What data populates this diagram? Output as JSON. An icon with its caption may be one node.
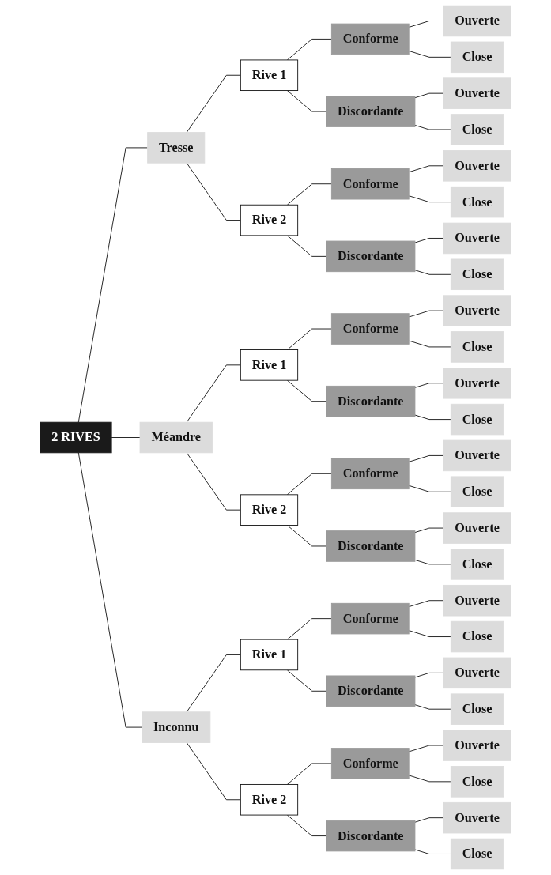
{
  "diagram": {
    "nodes": [
      {
        "text": [
          "2 RIVES"
        ]
      },
      {
        "text": [
          "Tresse"
        ]
      },
      {
        "text": [
          "Rive 1"
        ]
      },
      {
        "text": [
          "Conforme"
        ]
      },
      {
        "text": [
          "Ouverte"
        ]
      },
      {
        "text": [
          "Close"
        ]
      },
      {
        "text": [
          "Discordante"
        ]
      },
      {
        "text": [
          "Ouverte"
        ]
      },
      {
        "text": [
          "Close"
        ]
      },
      {
        "text": [
          "Rive 2"
        ]
      },
      {
        "text": [
          "Conforme"
        ]
      },
      {
        "text": [
          "Ouverte"
        ]
      },
      {
        "text": [
          "Close"
        ]
      },
      {
        "text": [
          "Discordante"
        ]
      },
      {
        "text": [
          "Ouverte"
        ]
      },
      {
        "text": [
          "Close"
        ]
      },
      {
        "text": [
          "Méandre"
        ]
      },
      {
        "text": [
          "Rive 1"
        ]
      },
      {
        "text": [
          "Conforme"
        ]
      },
      {
        "text": [
          "Ouverte"
        ]
      },
      {
        "text": [
          "Close"
        ]
      },
      {
        "text": [
          "Discordante"
        ]
      },
      {
        "text": [
          "Ouverte"
        ]
      },
      {
        "text": [
          "Close"
        ]
      },
      {
        "text": [
          "Rive 2"
        ]
      },
      {
        "text": [
          "Conforme"
        ]
      },
      {
        "text": [
          "Ouverte"
        ]
      },
      {
        "text": [
          "Close"
        ]
      },
      {
        "text": [
          "Discordante"
        ]
      },
      {
        "text": [
          "Ouverte"
        ]
      },
      {
        "text": [
          "Close"
        ]
      },
      {
        "text": [
          "Inconnu"
        ]
      },
      {
        "text": [
          "Rive 1"
        ]
      },
      {
        "text": [
          "Conforme"
        ]
      },
      {
        "text": [
          "Ouverte"
        ]
      },
      {
        "text": [
          "Close"
        ]
      },
      {
        "text": [
          "Discordante"
        ]
      },
      {
        "text": [
          "Ouverte"
        ]
      },
      {
        "text": [
          "Close"
        ]
      },
      {
        "text": [
          "Rive 2"
        ]
      },
      {
        "text": [
          "Conforme"
        ]
      },
      {
        "text": [
          "Ouverte"
        ]
      },
      {
        "text": [
          "Close"
        ]
      },
      {
        "text": [
          "Discordante"
        ]
      },
      {
        "text": [
          "Ouverte"
        ]
      },
      {
        "text": [
          "Close"
        ]
      }
    ],
    "edges": [
      {
        "from": 0,
        "to": 1,
        "arrow": "none"
      },
      {
        "from": 1,
        "to": 2,
        "arrow": "none"
      },
      {
        "from": 2,
        "to": 3,
        "arrow": "none"
      },
      {
        "from": 3,
        "to": 4,
        "arrow": "none"
      },
      {
        "from": 3,
        "to": 5,
        "arrow": "none"
      },
      {
        "from": 2,
        "to": 6,
        "arrow": "none"
      },
      {
        "from": 6,
        "to": 7,
        "arrow": "none"
      },
      {
        "from": 6,
        "to": 8,
        "arrow": "none"
      },
      {
        "from": 1,
        "to": 9,
        "arrow": "none"
      },
      {
        "from": 9,
        "to": 10,
        "arrow": "none"
      },
      {
        "from": 10,
        "to": 11,
        "arrow": "none"
      },
      {
        "from": 10,
        "to": 12,
        "arrow": "none"
      },
      {
        "from": 9,
        "to": 13,
        "arrow": "none"
      },
      {
        "from": 13,
        "to": 14,
        "arrow": "none"
      },
      {
        "from": 13,
        "to": 15,
        "arrow": "none"
      },
      {
        "from": 0,
        "to": 16,
        "arrow": "none"
      },
      {
        "from": 16,
        "to": 17,
        "arrow": "none"
      },
      {
        "from": 17,
        "to": 18,
        "arrow": "none"
      },
      {
        "from": 18,
        "to": 19,
        "arrow": "none"
      },
      {
        "from": 18,
        "to": 20,
        "arrow": "none"
      },
      {
        "from": 17,
        "to": 21,
        "arrow": "none"
      },
      {
        "from": 21,
        "to": 22,
        "arrow": "none"
      },
      {
        "from": 21,
        "to": 23,
        "arrow": "none"
      },
      {
        "from": 16,
        "to": 24,
        "arrow": "none"
      },
      {
        "from": 24,
        "to": 25,
        "arrow": "none"
      },
      {
        "from": 25,
        "to": 26,
        "arrow": "none"
      },
      {
        "from": 25,
        "to": 27,
        "arrow": "none"
      },
      {
        "from": 24,
        "to": 28,
        "arrow": "none"
      },
      {
        "from": 28,
        "to": 29,
        "arrow": "none"
      },
      {
        "from": 28,
        "to": 30,
        "arrow": "none"
      },
      {
        "from": 0,
        "to": 31,
        "arrow": "none"
      },
      {
        "from": 31,
        "to": 32,
        "arrow": "none"
      },
      {
        "from": 32,
        "to": 33,
        "arrow": "none"
      },
      {
        "from": 33,
        "to": 34,
        "arrow": "none"
      },
      {
        "from": 33,
        "to": 35,
        "arrow": "none"
      },
      {
        "from": 32,
        "to": 36,
        "arrow": "none"
      },
      {
        "from": 36,
        "to": 37,
        "arrow": "none"
      },
      {
        "from": 36,
        "to": 38,
        "arrow": "none"
      },
      {
        "from": 31,
        "to": 39,
        "arrow": "none"
      },
      {
        "from": 39,
        "to": 40,
        "arrow": "none"
      },
      {
        "from": 40,
        "to": 41,
        "arrow": "none"
      },
      {
        "from": 40,
        "to": 42,
        "arrow": "none"
      },
      {
        "from": 39,
        "to": 43,
        "arrow": "none"
      },
      {
        "from": 43,
        "to": 44,
        "arrow": "none"
      },
      {
        "from": 43,
        "to": 45,
        "arrow": "none"
      }
    ]
  }
}
